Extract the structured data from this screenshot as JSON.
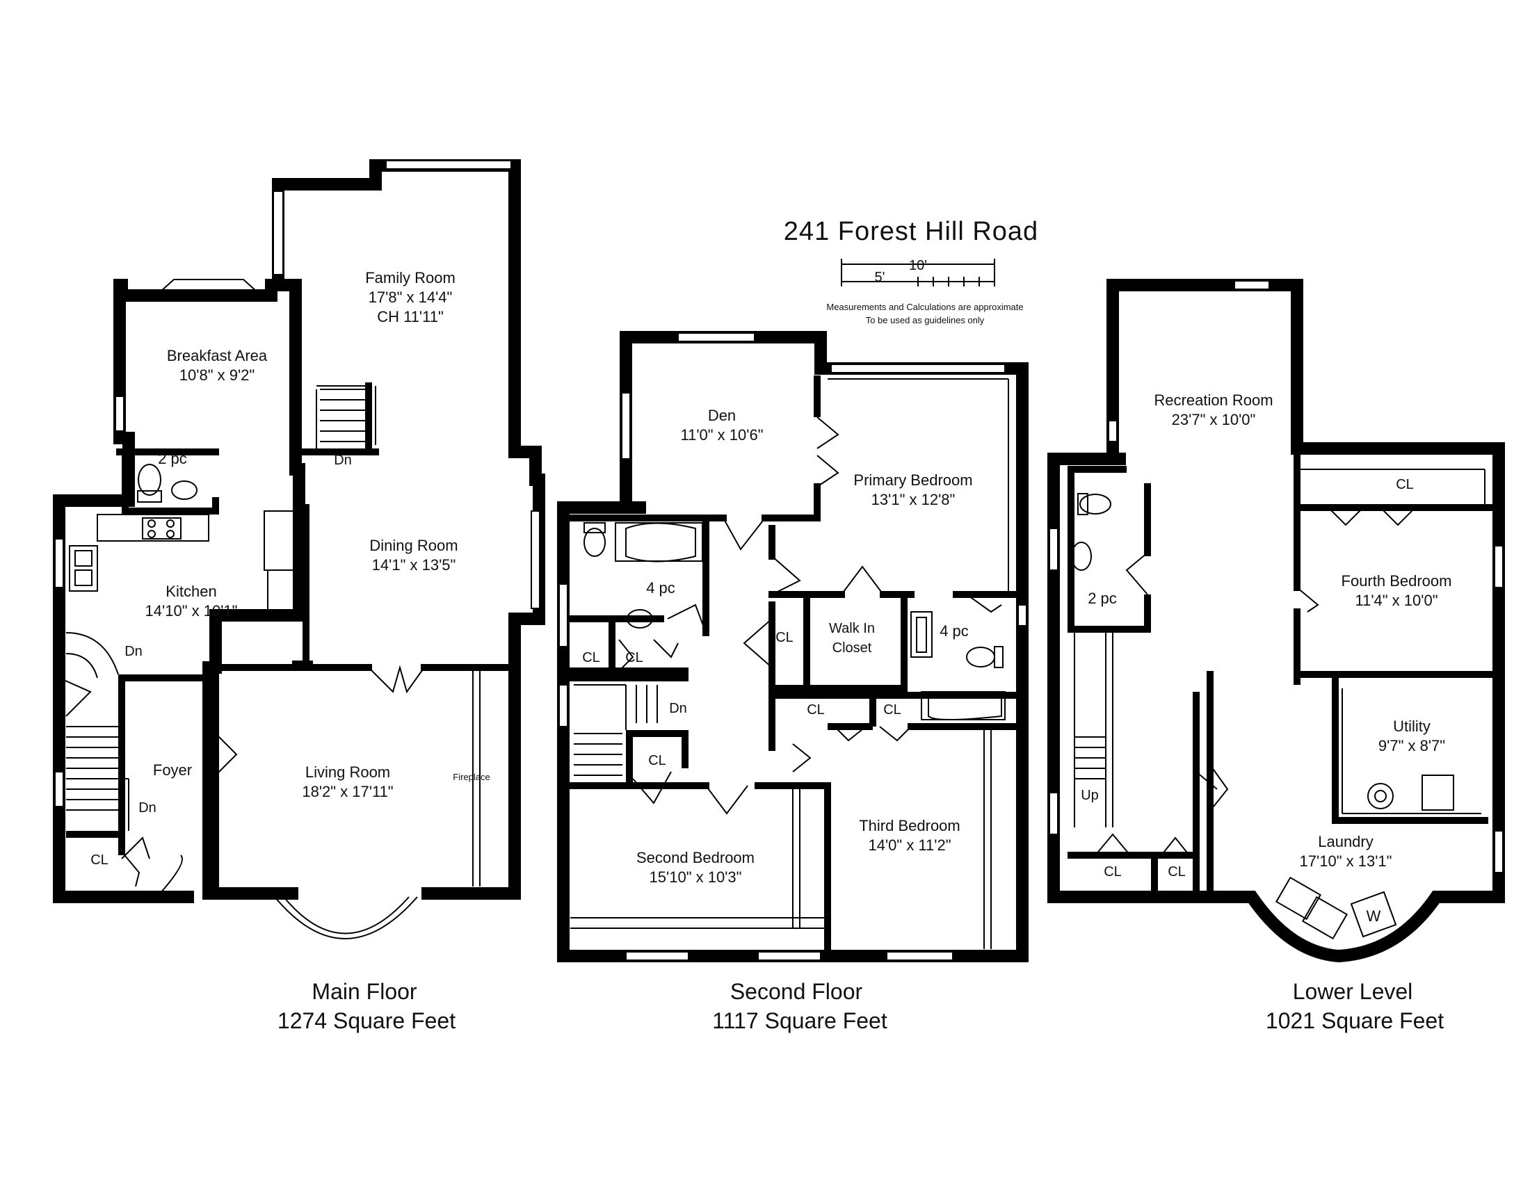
{
  "title": "241 Forest Hill Road",
  "scale": {
    "label_10": "10'",
    "label_5": "5'"
  },
  "disclaimer": {
    "line1": "Measurements and Calculations are approximate",
    "line2": "To be used as guidelines only"
  },
  "floors": {
    "main": {
      "name": "Main Floor",
      "area": "1274 Square Feet"
    },
    "second": {
      "name": "Second Floor",
      "area": "1117 Square Feet"
    },
    "lower": {
      "name": "Lower Level",
      "area": "1021 Square Feet"
    }
  },
  "rooms": {
    "family_room": {
      "name": "Family Room",
      "dim": "17'8\" x 14'4\"",
      "extra": "CH 11'11\""
    },
    "breakfast_area": {
      "name": "Breakfast Area",
      "dim": "10'8\" x 9'2\""
    },
    "main_2pc": {
      "name": "2 pc"
    },
    "kitchen": {
      "name": "Kitchen",
      "dim": "14'10\" x 10'1\""
    },
    "dining_room": {
      "name": "Dining Room",
      "dim": "14'1\" x 13'5\""
    },
    "foyer": {
      "name": "Foyer"
    },
    "living_room": {
      "name": "Living Room",
      "dim": "18'2\" x 17'11\""
    },
    "fireplace": {
      "name": "Fireplace"
    },
    "main_cl": {
      "name": "CL"
    },
    "den": {
      "name": "Den",
      "dim": "11'0\" x 10'6\""
    },
    "primary_bedroom": {
      "name": "Primary Bedroom",
      "dim": "13'1\" x 12'8\""
    },
    "second_4pc_a": {
      "name": "4 pc"
    },
    "second_4pc_b": {
      "name": "4 pc"
    },
    "walk_in_closet": {
      "line1": "Walk In",
      "line2": "Closet"
    },
    "second_bedroom": {
      "name": "Second Bedroom",
      "dim": "15'10\" x 10'3\""
    },
    "third_bedroom": {
      "name": "Third Bedroom",
      "dim": "14'0\" x 11'2\""
    },
    "second_cl": {
      "name": "CL"
    },
    "recreation_room": {
      "name": "Recreation Room",
      "dim": "23'7\" x 10'0\""
    },
    "lower_2pc": {
      "name": "2 pc"
    },
    "fourth_bedroom": {
      "name": "Fourth Bedroom",
      "dim": "11'4\" x 10'0\""
    },
    "lower_cl": {
      "name": "CL"
    },
    "utility": {
      "name": "Utility",
      "dim": "9'7\" x 8'7\""
    },
    "laundry": {
      "name": "Laundry",
      "dim": "17'10\" x 13'1\""
    },
    "washer": {
      "name": "W"
    }
  },
  "stairs": {
    "down": "Dn",
    "up": "Up"
  }
}
